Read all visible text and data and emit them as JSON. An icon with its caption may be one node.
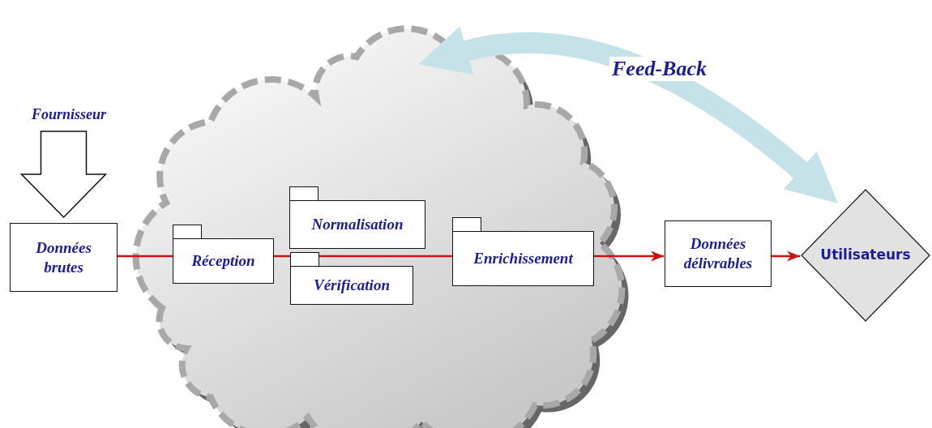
{
  "diagram": {
    "nodes": [
      {
        "text": [],
        "shape": "cloud"
      },
      {
        "text": [
          "Données brutes"
        ]
      },
      {
        "text": [
          "Réception"
        ],
        "in": 0
      },
      {
        "text": [
          "Normalisation"
        ],
        "in": 0
      },
      {
        "text": [
          "Vérification"
        ],
        "in": 0
      },
      {
        "text": [
          "Enrichissement"
        ],
        "in": 0
      },
      {
        "text": [
          "Données délivrables"
        ]
      },
      {
        "text": [
          "Utilisateurs"
        ]
      },
      {
        "text": [
          "Fournisseur"
        ]
      }
    ],
    "edges": [
      {
        "from": 8,
        "to": 1,
        "arrow": "to",
        "style": "thick"
      },
      {
        "from": 1,
        "to": 2,
        "arrow": "none"
      },
      {
        "from": 2,
        "to": 5,
        "arrow": "none"
      },
      {
        "from": 5,
        "to": 6,
        "arrow": "to"
      },
      {
        "from": 6,
        "to": 7,
        "arrow": "to"
      },
      {
        "from": 0,
        "to": 7,
        "arrow": "both",
        "label": "Feed-Back",
        "style": "thick",
        "color": "#c5e2e8"
      }
    ]
  }
}
